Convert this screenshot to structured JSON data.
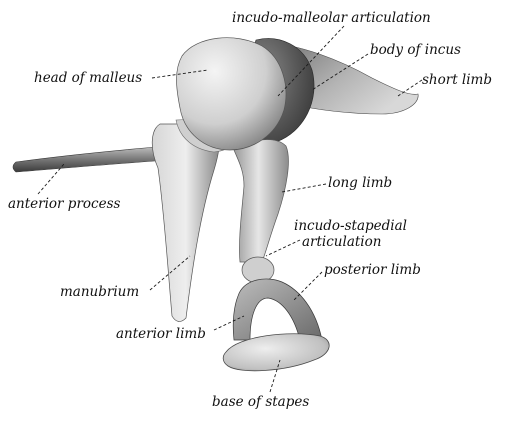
{
  "labels": {
    "incudo_malleolar_articulation": "incudo-malleolar articulation",
    "body_of_incus": "body of incus",
    "head_of_malleus": "head of malleus",
    "short_limb": "short limb",
    "anterior_process": "anterior process",
    "long_limb": "long limb",
    "incudo_stapedial_line1": "incudo-stapedial",
    "incudo_stapedial_line2": "articulation",
    "posterior_limb": "posterior limb",
    "manubrium": "manubrium",
    "anterior_limb": "anterior limb",
    "base_of_stapes": "base of stapes"
  },
  "colors": {
    "background": "#ffffff",
    "ink": "#111111",
    "bone_light": "#e4e4e4",
    "bone_mid": "#a8a8a8",
    "bone_dark": "#4a4a4a"
  }
}
